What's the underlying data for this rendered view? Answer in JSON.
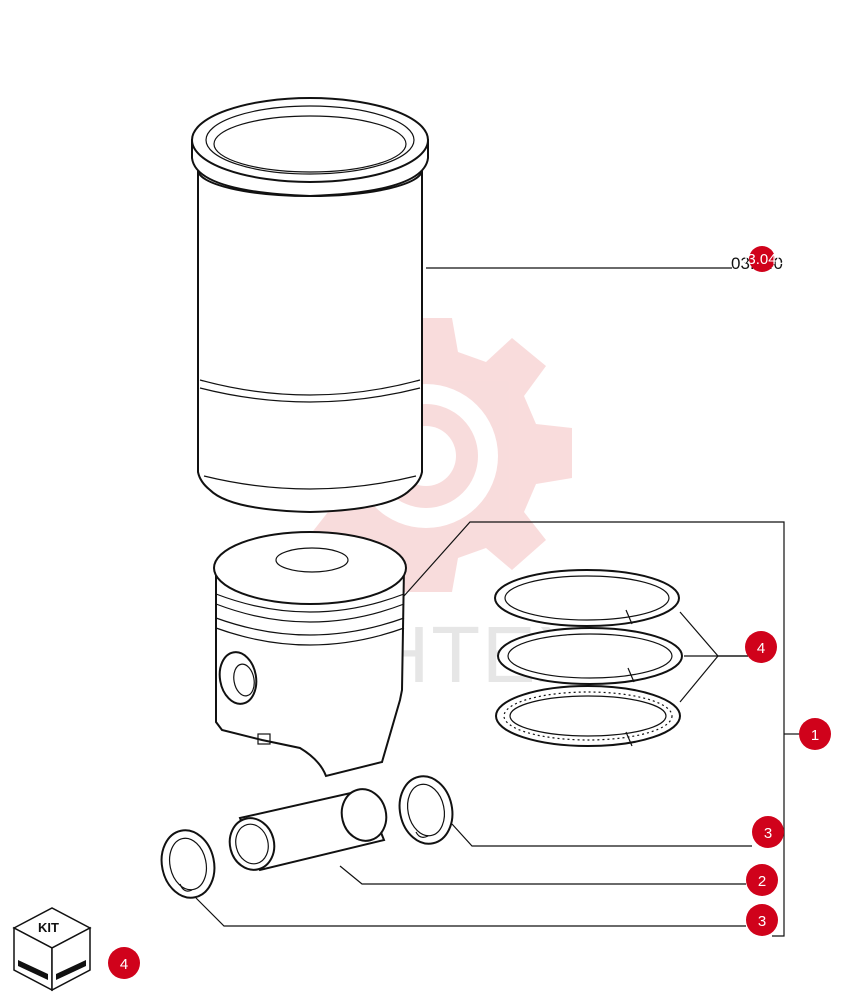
{
  "reference_code": "03.040",
  "callouts": [
    {
      "id": "liner",
      "label": "03.040"
    },
    {
      "id": "rings",
      "label": "4"
    },
    {
      "id": "kit",
      "label": "1"
    },
    {
      "id": "circlip-right",
      "label": "3"
    },
    {
      "id": "pin",
      "label": "2"
    },
    {
      "id": "circlip-left",
      "label": "3"
    },
    {
      "id": "kit-box",
      "label": "4"
    }
  ],
  "kit_box": {
    "label": "KIT"
  },
  "watermark": {
    "text": "ИНТЕХ"
  },
  "colors": {
    "badge": "#d0021b",
    "watermark": "#f4c6c6",
    "line": "#111111"
  }
}
